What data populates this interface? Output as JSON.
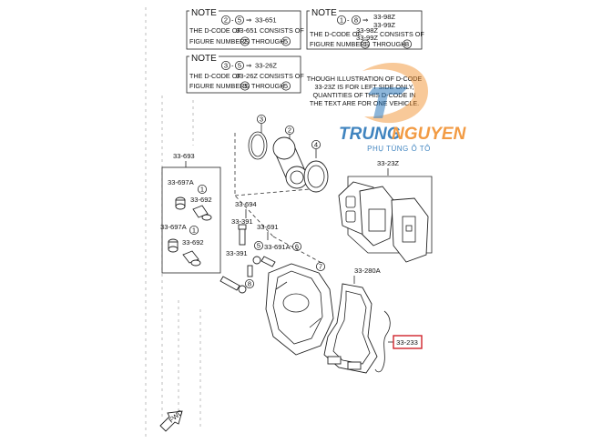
{
  "notes": [
    {
      "title": "NOTE",
      "range_from": "2",
      "range_to": "5",
      "range_code": "33-651",
      "line1_prefix": "THE D-CODE OF",
      "line1_code": "33-651",
      "line1_suffix": "CONSISTS OF",
      "line2_prefix": "FIGURE NUMBERS",
      "line2_from": "2",
      "line2_mid": "THROUGH",
      "line2_to": "5"
    },
    {
      "title": "NOTE",
      "range_from": "1",
      "range_to": "8",
      "range_code_a": "33-98Z",
      "range_code_b": "33-99Z",
      "line1_prefix": "THE D-CODE OF",
      "line1_code_a": "33-98Z",
      "line1_code_b": "33-99Z",
      "line1_suffix": "CONSISTS OF",
      "line2_prefix": "FIGURE NUMBERS",
      "line2_from": "1",
      "line2_mid": "THROUGH",
      "line2_to": "8"
    },
    {
      "title": "NOTE",
      "range_from": "3",
      "range_to": "5",
      "range_code": "33-26Z",
      "line1_prefix": "THE D-CODE OF",
      "line1_code": "33-26Z",
      "line1_suffix": "CONSISTS OF",
      "line2_prefix": "FIGURE NUMBERS",
      "line2_from": "3",
      "line2_mid": "THROUGH",
      "line2_to": "5"
    }
  ],
  "arrow_symbol": "⇒",
  "illustration_note": [
    "THOUGH ILLUSTRATION OF D-CODE",
    "33-23Z IS FOR LEFT SIDE ONLY,",
    "QUANTITIES OF THIS D-CODE IN",
    "THE TEXT ARE FOR ONE VEHICLE."
  ],
  "watermark": {
    "brand_part1": "TRUNG",
    "brand_part2": "NGUYEN",
    "subtitle": "PHỤ TÙNG Ô TÔ",
    "colors": {
      "blue": "#1f6fb5",
      "orange": "#f08a24"
    }
  },
  "part_labels": {
    "kit_693": "33-693",
    "kit_697a_top": "33-697A",
    "kit_692_top": "33-692",
    "kit_697a_bottom": "33-697A",
    "kit_692_bottom": "33-692",
    "bolt_694": "33-694",
    "pin_391_upper": "33-391",
    "kit_691": "33-691",
    "boot_691a": "33-691A",
    "pin_391_lower": "33-391",
    "pads_23z": "33-23Z",
    "bracket_280a": "33-280A",
    "spring_233": "33-233"
  },
  "callouts": {
    "c1_top": "1",
    "c1_bottom": "1",
    "c2": "2",
    "c3": "3",
    "c4": "4",
    "c5": "5",
    "c6": "6",
    "c7": "7",
    "c8": "8"
  },
  "highlight_color": "#d0232a",
  "front_arrow_text": "FWD"
}
